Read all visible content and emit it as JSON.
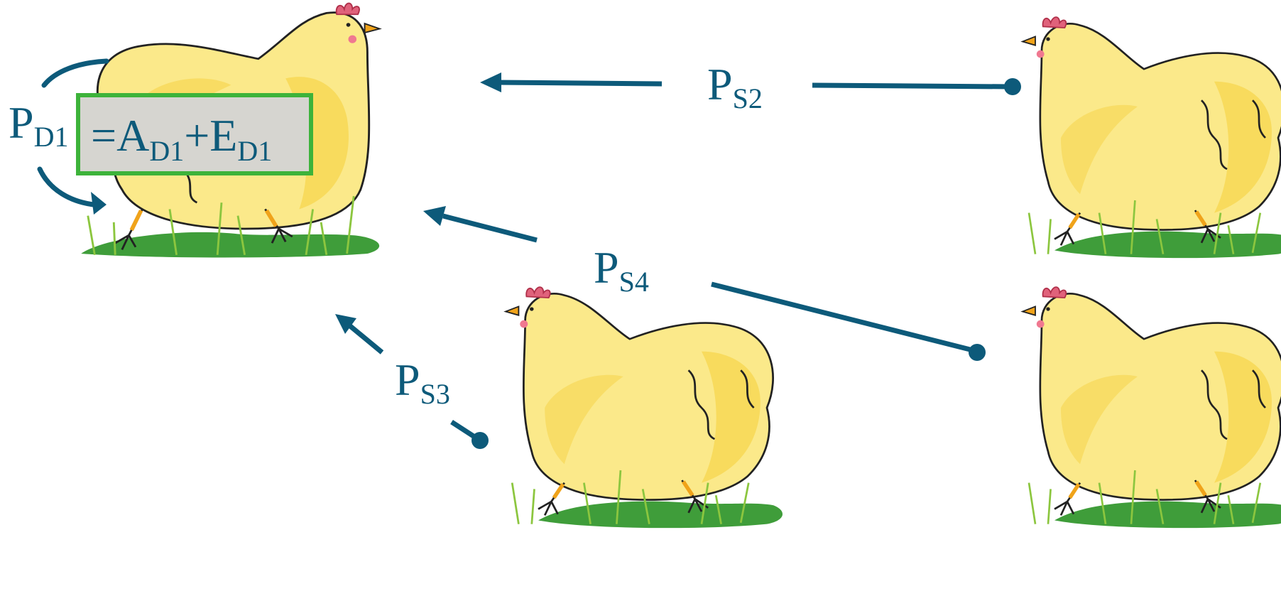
{
  "colors": {
    "arrow": "#0d5a7a",
    "box_fill": "#d6d5d0",
    "box_border": "#3db33a",
    "hen_body": "#fbe98a",
    "hen_shade": "#f6d44a",
    "comb": "#e0627b",
    "beak": "#f0a31a",
    "grass": "#3f9d3a",
    "grass_blade": "#8cc63f"
  },
  "labels": {
    "p_main": "P",
    "pd1_sub": "D1",
    "ps2_sub": "S2",
    "ps3_sub": "S3",
    "ps4_sub": "S4"
  },
  "equation": {
    "eq": "=A",
    "a_sub": "D1",
    "plus_e": "+E",
    "e_sub": "D1"
  },
  "icons": [
    "hen-icon",
    "hen-icon",
    "hen-icon",
    "hen-icon"
  ]
}
